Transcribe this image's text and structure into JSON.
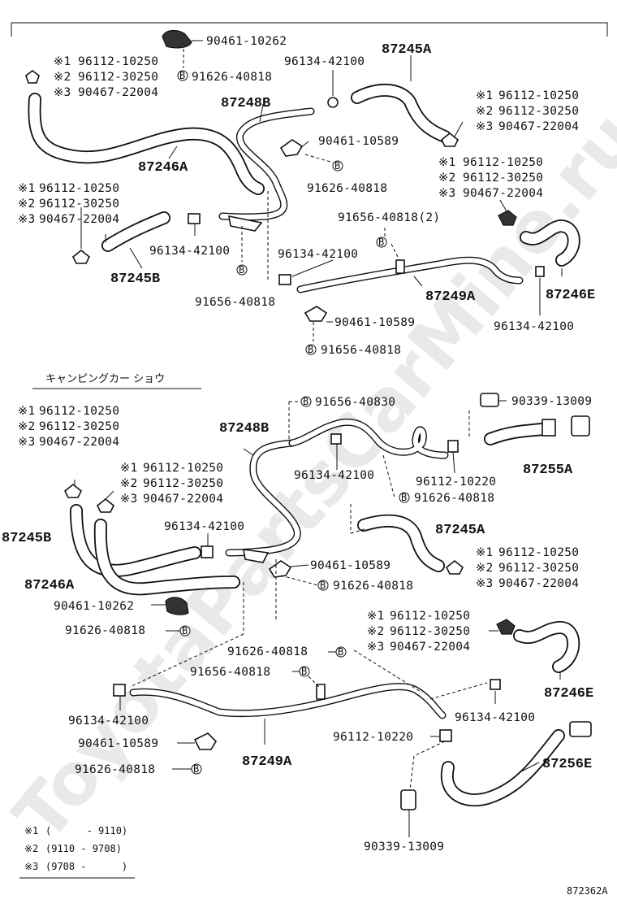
{
  "diagram_id": "872362A",
  "watermark": "ToyotaPartsCarMine.ru",
  "sym": {
    "s1": "※1",
    "s2": "※2",
    "s3": "※3",
    "b": "B"
  },
  "section2_title": "キャンピングカー ショウ",
  "pn": {
    "p90461_10262": "90461-10262",
    "p96112_10250": "96112-10250",
    "p96112_30250": "96112-30250",
    "p90467_22004": "90467-22004",
    "p91626_40818": "91626-40818",
    "p96134_42100": "96134-42100",
    "p87245A": "87245A",
    "p87248B": "87248B",
    "p90461_10589": "90461-10589",
    "p87246A": "87246A",
    "p87245B": "87245B",
    "p91656_40818": "91656-40818",
    "p91656_40818_2": "91656-40818(2)",
    "p87249A": "87249A",
    "p87246E": "87246E",
    "p91656_40830": "91656-40830",
    "p90339_13009": "90339-13009",
    "p96112_10220": "96112-10220",
    "p87255A": "87255A",
    "p87256E": "87256E"
  },
  "legend": [
    {
      "mark": "※1",
      "range": "(      - 9110)"
    },
    {
      "mark": "※2",
      "range": "(9110 - 9708)"
    },
    {
      "mark": "※3",
      "range": "(9708 -      )"
    }
  ]
}
